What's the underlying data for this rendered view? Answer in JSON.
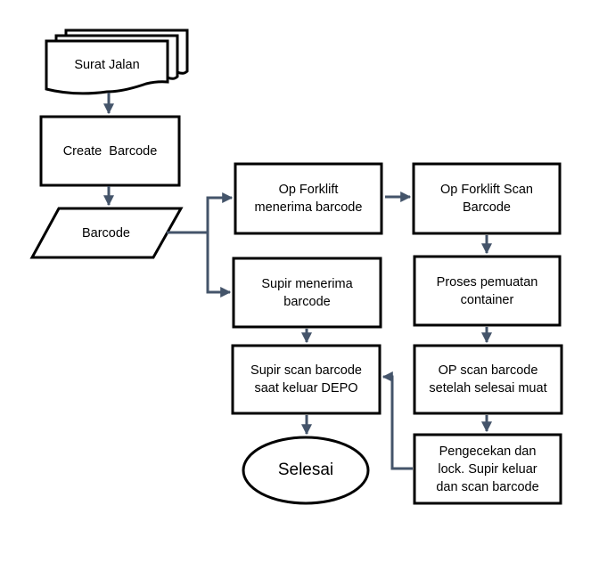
{
  "nodes": {
    "surat_jalan": "Surat Jalan",
    "create_barcode": "Create  Barcode",
    "barcode": "Barcode",
    "op_forklift_menerima": "Op Forklift\nmenerima barcode",
    "op_forklift_scan": "Op Forklift Scan\nBarcode",
    "supir_menerima": "Supir menerima\nbarcode",
    "proses_pemuatan": "Proses pemuatan\ncontainer",
    "supir_scan": "Supir scan barcode\nsaat keluar DEPO",
    "op_scan": "OP scan barcode\nsetelah selesai muat",
    "pengecekan": "Pengecekan dan\nlock. Supir keluar\ndan scan barcode",
    "selesai": "Selesai"
  },
  "colors": {
    "stroke": "#000000",
    "connector": "#44546a",
    "fill": "#ffffff"
  }
}
